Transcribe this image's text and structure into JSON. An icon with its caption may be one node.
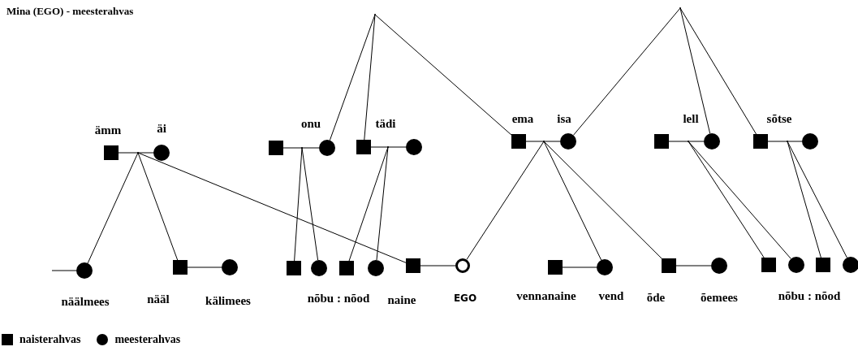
{
  "diagram": {
    "title": "Mina (EGO) - meesterahvas",
    "nodes": [
      {
        "text": [],
        "shape": "point"
      },
      {
        "text": [],
        "shape": "point"
      },
      {
        "text": [],
        "shape": "box",
        "beside": [
          "ämm"
        ]
      },
      {
        "text": [],
        "shape": "point"
      },
      {
        "text": [],
        "shape": "circle",
        "beside": [
          "äi"
        ]
      },
      {
        "text": [],
        "shape": "box"
      },
      {
        "text": [],
        "shape": "point"
      },
      {
        "text": [],
        "shape": "circle",
        "beside": [
          "onu"
        ]
      },
      {
        "text": [],
        "shape": "box",
        "beside": [
          "tädi"
        ]
      },
      {
        "text": [],
        "shape": "point"
      },
      {
        "text": [],
        "shape": "circle"
      },
      {
        "text": [],
        "shape": "box",
        "beside": [
          "ema"
        ]
      },
      {
        "text": [],
        "shape": "point"
      },
      {
        "text": [],
        "shape": "circle",
        "beside": [
          "isa"
        ]
      },
      {
        "text": [],
        "shape": "box"
      },
      {
        "text": [],
        "shape": "point"
      },
      {
        "text": [],
        "shape": "circle",
        "beside": [
          "lell"
        ]
      },
      {
        "text": [],
        "shape": "box",
        "beside": [
          "sõtse"
        ]
      },
      {
        "text": [],
        "shape": "point"
      },
      {
        "text": [],
        "shape": "circle"
      },
      {
        "text": [],
        "shape": "circle",
        "beside": [
          "näälmees"
        ]
      },
      {
        "text": [],
        "shape": "box",
        "beside": [
          "nääl"
        ]
      },
      {
        "text": [],
        "shape": "circle",
        "beside": [
          "kälimees"
        ]
      },
      {
        "text": [],
        "shape": "box"
      },
      {
        "text": [],
        "shape": "circle"
      },
      {
        "text": [],
        "shape": "box"
      },
      {
        "text": [],
        "shape": "circle"
      },
      {
        "text": [],
        "shape": "box",
        "beside": [
          "naine"
        ]
      },
      {
        "text": [],
        "shape": "ring",
        "beside": [
          "EGO"
        ]
      },
      {
        "text": [],
        "shape": "box",
        "beside": [
          "vennanaine"
        ]
      },
      {
        "text": [],
        "shape": "circle",
        "beside": [
          "vend"
        ]
      },
      {
        "text": [],
        "shape": "box",
        "beside": [
          "õde"
        ]
      },
      {
        "text": [],
        "shape": "circle",
        "beside": [
          "õemees"
        ]
      },
      {
        "text": [],
        "shape": "box"
      },
      {
        "text": [],
        "shape": "circle"
      },
      {
        "text": [],
        "shape": "box"
      },
      {
        "text": [],
        "shape": "circle"
      }
    ],
    "edges": [
      {
        "from": 2,
        "to": 3,
        "arrow": "none"
      },
      {
        "from": 3,
        "to": 4,
        "arrow": "none"
      },
      {
        "from": 5,
        "to": 6,
        "arrow": "none"
      },
      {
        "from": 6,
        "to": 7,
        "arrow": "none"
      },
      {
        "from": 8,
        "to": 9,
        "arrow": "none"
      },
      {
        "from": 9,
        "to": 10,
        "arrow": "none"
      },
      {
        "from": 11,
        "to": 12,
        "arrow": "none"
      },
      {
        "from": 12,
        "to": 13,
        "arrow": "none"
      },
      {
        "from": 14,
        "to": 15,
        "arrow": "none"
      },
      {
        "from": 15,
        "to": 16,
        "arrow": "none"
      },
      {
        "from": 17,
        "to": 18,
        "arrow": "none"
      },
      {
        "from": 18,
        "to": 19,
        "arrow": "none"
      },
      {
        "from": 0,
        "to": 7,
        "arrow": "none"
      },
      {
        "from": 0,
        "to": 8,
        "arrow": "none"
      },
      {
        "from": 0,
        "to": 11,
        "arrow": "none"
      },
      {
        "from": 1,
        "to": 13,
        "arrow": "none"
      },
      {
        "from": 1,
        "to": 16,
        "arrow": "none"
      },
      {
        "from": 1,
        "to": 17,
        "arrow": "none"
      },
      {
        "from": 3,
        "to": 20,
        "arrow": "none"
      },
      {
        "from": 3,
        "to": 21,
        "arrow": "none"
      },
      {
        "from": 3,
        "to": 27,
        "arrow": "none"
      },
      {
        "from": 6,
        "to": 23,
        "arrow": "none"
      },
      {
        "from": 6,
        "to": 24,
        "arrow": "none"
      },
      {
        "from": 9,
        "to": 25,
        "arrow": "none"
      },
      {
        "from": 9,
        "to": 26,
        "arrow": "none"
      },
      {
        "from": 12,
        "to": 28,
        "arrow": "none"
      },
      {
        "from": 12,
        "to": 30,
        "arrow": "none"
      },
      {
        "from": 12,
        "to": 31,
        "arrow": "none"
      },
      {
        "from": 15,
        "to": 33,
        "arrow": "none"
      },
      {
        "from": 15,
        "to": 34,
        "arrow": "none"
      },
      {
        "from": 18,
        "to": 35,
        "arrow": "none"
      },
      {
        "from": 18,
        "to": 36,
        "arrow": "none"
      },
      {
        "from": null,
        "to": 20,
        "arrow": "none"
      },
      {
        "from": 21,
        "to": 22,
        "arrow": "none"
      },
      {
        "from": 27,
        "to": 28,
        "arrow": "none"
      },
      {
        "from": 29,
        "to": 30,
        "arrow": "none"
      },
      {
        "from": 31,
        "to": 32,
        "arrow": "none"
      }
    ],
    "labels": [
      "nõbu : nõod",
      "nõbu : nõod"
    ],
    "legend": [
      {
        "text": "naisterahvas"
      },
      {
        "text": "meesterahvas"
      }
    ]
  }
}
